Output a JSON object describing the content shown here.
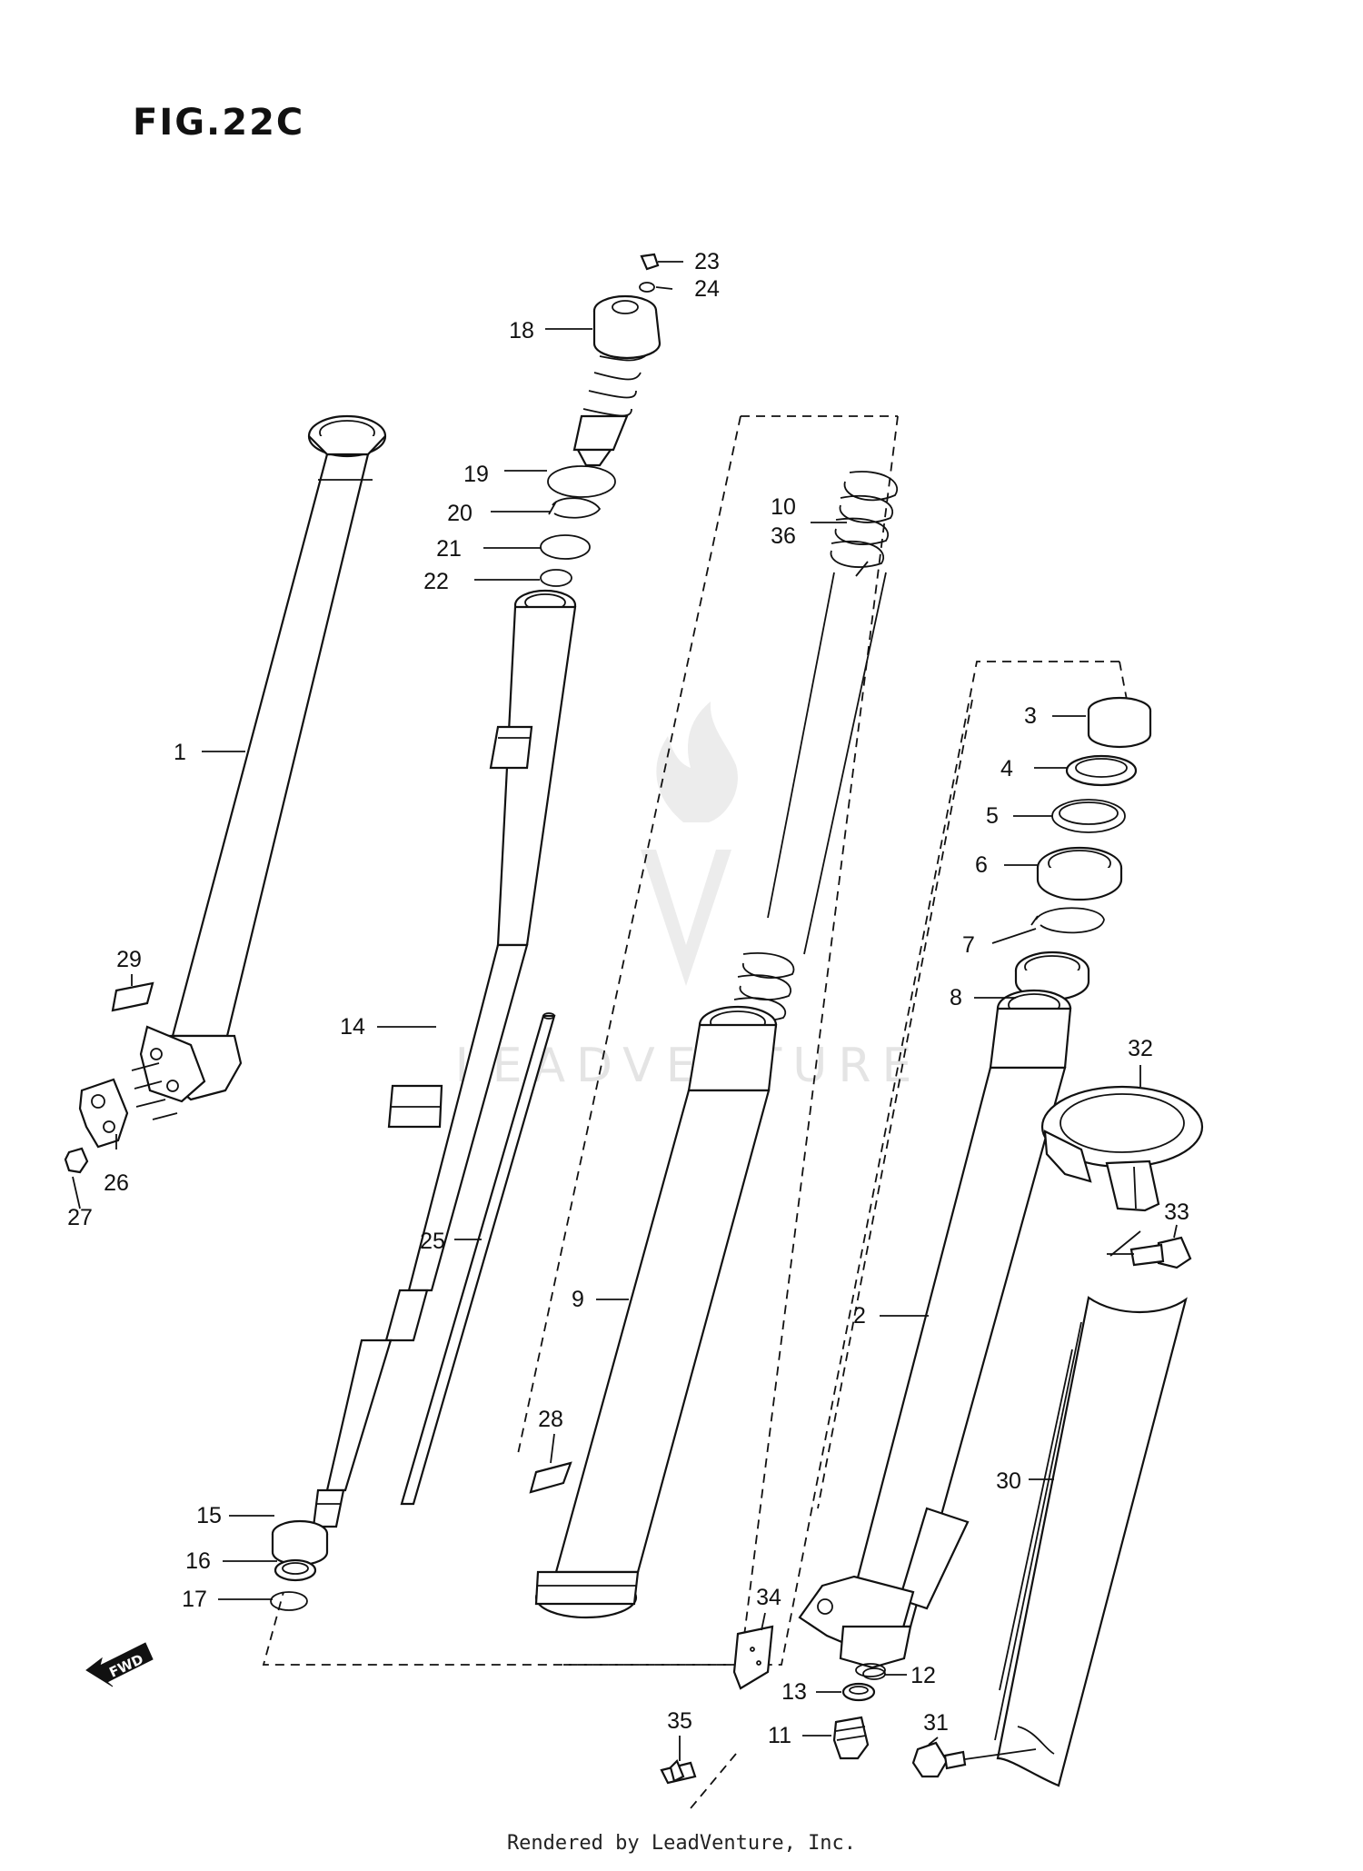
{
  "figure": {
    "title": "FIG.22C"
  },
  "callouts": [
    {
      "id": "23",
      "label": "23"
    },
    {
      "id": "24",
      "label": "24"
    },
    {
      "id": "18",
      "label": "18"
    },
    {
      "id": "19",
      "label": "19"
    },
    {
      "id": "20",
      "label": "20"
    },
    {
      "id": "21",
      "label": "21"
    },
    {
      "id": "22",
      "label": "22"
    },
    {
      "id": "10",
      "label": "10"
    },
    {
      "id": "36",
      "label": "36"
    },
    {
      "id": "1",
      "label": "1"
    },
    {
      "id": "3",
      "label": "3"
    },
    {
      "id": "4",
      "label": "4"
    },
    {
      "id": "5",
      "label": "5"
    },
    {
      "id": "6",
      "label": "6"
    },
    {
      "id": "7",
      "label": "7"
    },
    {
      "id": "8",
      "label": "8"
    },
    {
      "id": "29",
      "label": "29"
    },
    {
      "id": "14",
      "label": "14"
    },
    {
      "id": "32",
      "label": "32"
    },
    {
      "id": "26",
      "label": "26"
    },
    {
      "id": "27",
      "label": "27"
    },
    {
      "id": "33",
      "label": "33"
    },
    {
      "id": "25",
      "label": "25"
    },
    {
      "id": "9",
      "label": "9"
    },
    {
      "id": "2",
      "label": "2"
    },
    {
      "id": "28",
      "label": "28"
    },
    {
      "id": "30",
      "label": "30"
    },
    {
      "id": "15",
      "label": "15"
    },
    {
      "id": "16",
      "label": "16"
    },
    {
      "id": "17",
      "label": "17"
    },
    {
      "id": "34",
      "label": "34"
    },
    {
      "id": "12",
      "label": "12"
    },
    {
      "id": "13",
      "label": "13"
    },
    {
      "id": "35",
      "label": "35"
    },
    {
      "id": "11",
      "label": "11"
    },
    {
      "id": "31",
      "label": "31"
    }
  ],
  "direction_marker": {
    "label": "FWD"
  },
  "watermark": {
    "text": "LEADVENTURE"
  },
  "footer": {
    "text": "Rendered by LeadVenture, Inc."
  }
}
